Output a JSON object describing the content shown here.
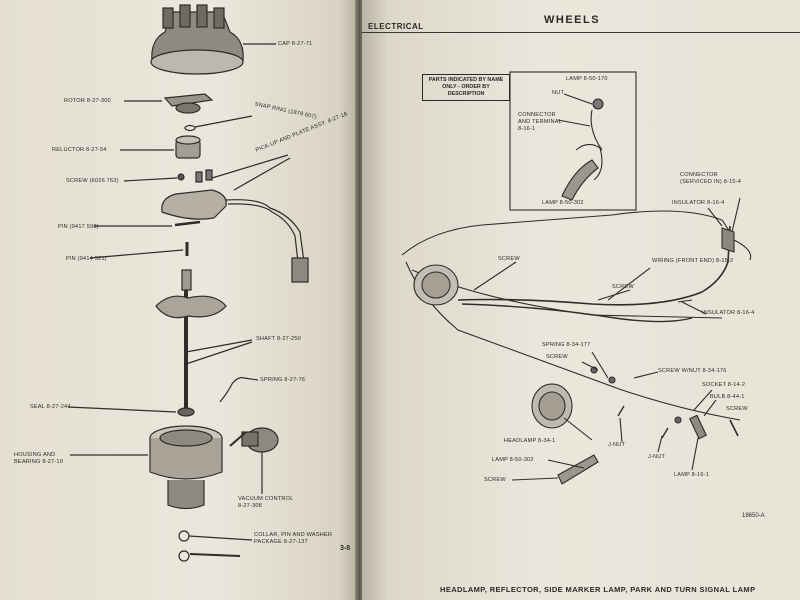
{
  "left_page": {
    "labels": {
      "cap": "CAP 8-27-71",
      "rotor": "ROTOR 8-27-300",
      "snap_ring": "SNAP RING (1879 607)",
      "reluctor": "RELUCTOR 8-27-54",
      "pickup": "PICK-UP AND PLATE ASSY. 8-27-16",
      "screw": "SCREW (6026 763)",
      "pin1": "PIN (9417 598)",
      "pin2": "PIN (9414 521)",
      "shaft": "SHAFT 8-27-250",
      "spring": "SPRING 8-27-76",
      "seal": "SEAL 8-27-244",
      "housing": "HOUSING AND BEARING 8-27-10",
      "vacuum": "VACUUM CONTROL 8-27-308",
      "collar": "COLLAR, PIN AND WASHER PACKAGE 8-27-137"
    },
    "page_number": "3-8"
  },
  "right_page": {
    "section": "ELECTRICAL",
    "title": "WHEELS",
    "note": "PARTS INDICATED BY NAME ONLY - ORDER BY DESCRIPTION",
    "labels": {
      "lamp_top": "LAMP 8-50-170",
      "nut": "NUT",
      "connector_terminal": "CONNECTOR AND TERMINAL 8-16-1",
      "lamp_inset": "LAMP 8-50-302",
      "connector_service": "CONNECTOR (SERVICED IN) 8-15-4",
      "insulator_top": "INSULATOR 8-16-4",
      "screw_a": "SCREW",
      "wiring": "WIRING (FRONT END) 8-15-2",
      "screw_b": "SCREW",
      "insulator_mid": "INSULATOR 8-16-4",
      "spring": "SPRING 8-34-177",
      "screw_c": "SCREW",
      "screw_nut": "SCREW W/NUT 8-34-176",
      "socket": "SOCKET 8-14-2",
      "bulb": "BULB 8-44-1",
      "screw_d": "SCREW",
      "headlamp": "HEADLAMP 8-34-1",
      "jnut1": "J-NUT",
      "jnut2": "J-NUT",
      "lamp_bottom": "LAMP 8-50-302",
      "screw_e": "SCREW",
      "lamp_right": "LAMP 8-16-1"
    },
    "figure_ref": "18650-A",
    "footer": "HEADLAMP, REFLECTOR, SIDE MARKER LAMP, PARK AND TURN SIGNAL LAMP"
  }
}
